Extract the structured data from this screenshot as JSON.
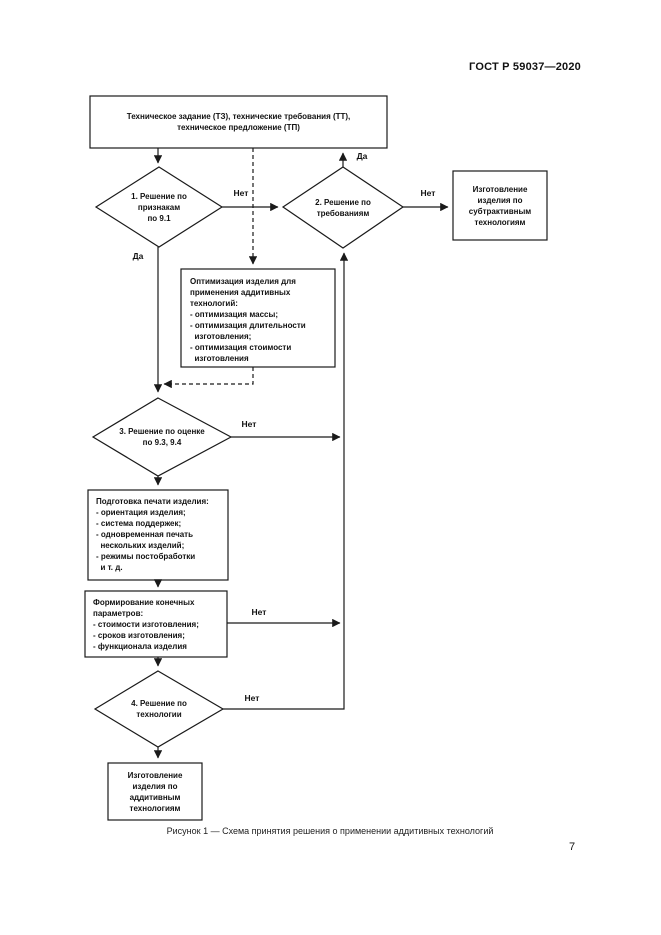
{
  "page": {
    "header": "ГОСТ Р 59037—2020",
    "caption": "Рисунок 1 — Схема принятия решения о применении аддитивных технологий",
    "page_number": "7"
  },
  "flowchart": {
    "nodes": {
      "spec": "Техническое задание (ТЗ), технические требования (ТТ),\nтехническое предложение (ТП)",
      "decision1": "1. Решение по\nпризнакам\nпо 9.1",
      "decision2": "2. Решение по\nтребованиям",
      "subtractive": "Изготовление\nизделия по\nсубтрактивным\nтехнологиям",
      "optimization": "Оптимизация изделия для\nприменения аддитивных\nтехнологий:\n- оптимизация массы;\n- оптимизация длительности\n  изготовления;\n- оптимизация стоимости\n  изготовления",
      "decision3": "3. Решение по оценке\nпо 9.3, 9.4",
      "print_prep": "Подготовка печати изделия:\n- ориентация изделия;\n- система поддержек;\n- одновременная печать\n  нескольких изделий;\n- режимы постобработки\n  и т. д.",
      "parameters": "Формирование конечных\nпараметров:\n- стоимости изготовления;\n- сроков изготовления;\n- функционала изделия",
      "decision4": "4. Решение по\nтехнологии",
      "additive": "Изготовление\nизделия по\nаддитивным\nтехнологиям"
    },
    "labels": {
      "yes": "Да",
      "no": "Нет"
    }
  }
}
